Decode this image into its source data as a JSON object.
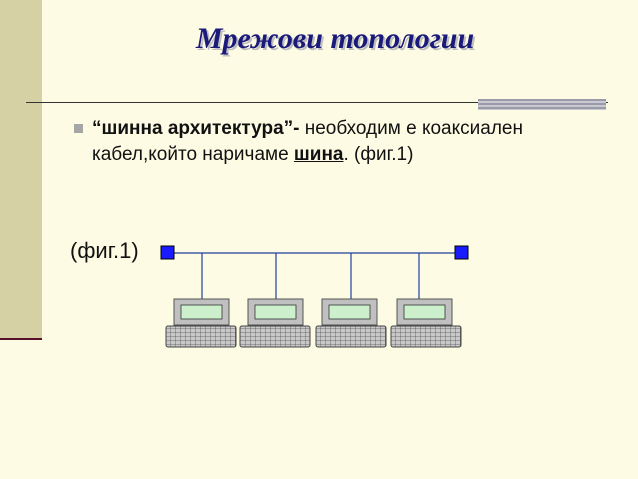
{
  "slide": {
    "title": "Мрежови топологии",
    "bullet": {
      "bold_text": "“шинна архитектура”-",
      "text_1": " необходим е коаксиален кабел,който наричаме ",
      "underlined_text": "шина",
      "text_2": ". (фиг.1)"
    },
    "figure_label": "(фиг.1)"
  },
  "diagram": {
    "bus_color": "#1f3f9f",
    "terminator_color": "#1a1aff",
    "computers": [
      "computer-1",
      "computer-2",
      "computer-3",
      "computer-4"
    ]
  }
}
